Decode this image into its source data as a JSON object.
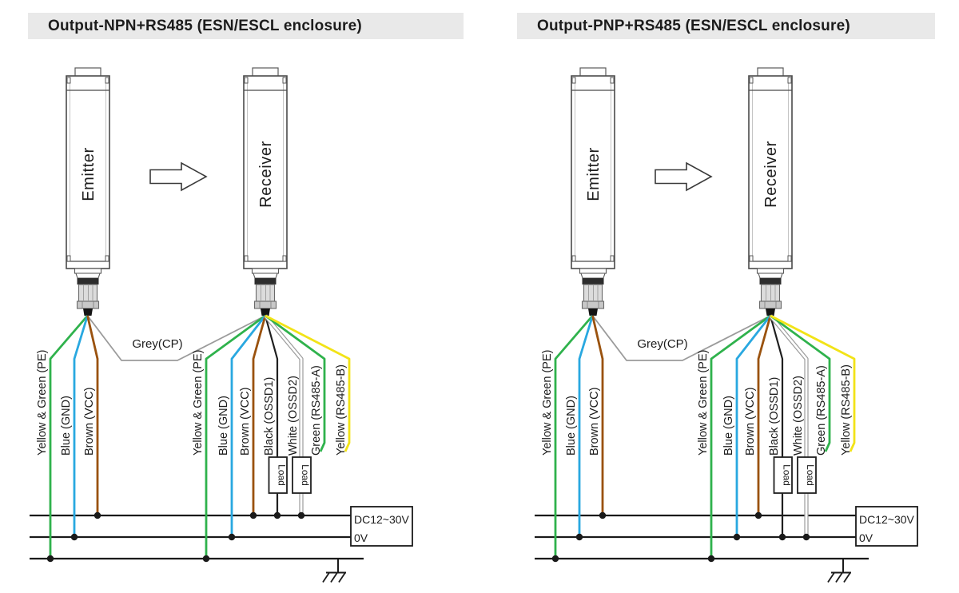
{
  "colors": {
    "header_bg": "#e9e9e9",
    "text": "#1c1c1c",
    "diagram_line": "#1a1a1a",
    "wire_green": "#2fb24c",
    "wire_blue": "#29a8e0",
    "wire_brown": "#9a520e",
    "wire_grey": "#9b9b9b",
    "wire_black": "#1f1f1f",
    "wire_white": "#ffffff",
    "wire_yellow": "#f2e317"
  },
  "diagrams": [
    {
      "title": "Output-NPN+RS485 (ESN/ESCL enclosure)",
      "emitter": {
        "label": "Emitter",
        "wires": [
          {
            "label": "Yellow & Green (PE)",
            "color": "green"
          },
          {
            "label": "Blue (GND)",
            "color": "blue"
          },
          {
            "label": "Brown (VCC)",
            "color": "brown"
          }
        ]
      },
      "receiver": {
        "label": "Receiver",
        "wires": [
          {
            "label": "Yellow & Green (PE)",
            "color": "green"
          },
          {
            "label": "Blue (GND)",
            "color": "blue"
          },
          {
            "label": "Brown (VCC)",
            "color": "brown"
          },
          {
            "label": "Black (OSSD1)",
            "color": "black"
          },
          {
            "label": "White (OSSD2)",
            "color": "white"
          },
          {
            "label": "Green (RS485-A)",
            "color": "green"
          },
          {
            "label": "Yellow (RS485-B)",
            "color": "yellow"
          }
        ]
      },
      "cp_wire_label": "Grey(CP)",
      "loads": [
        {
          "label": "Load"
        },
        {
          "label": "Load"
        }
      ],
      "load_connects_to": "positive",
      "power_supply": {
        "positive_label": "DC12~30V",
        "negative_label": "0V"
      }
    },
    {
      "title": "Output-PNP+RS485 (ESN/ESCL enclosure)",
      "emitter": {
        "label": "Emitter",
        "wires": [
          {
            "label": "Yellow & Green (PE)",
            "color": "green"
          },
          {
            "label": "Blue (GND)",
            "color": "blue"
          },
          {
            "label": "Brown (VCC)",
            "color": "brown"
          }
        ]
      },
      "receiver": {
        "label": "Receiver",
        "wires": [
          {
            "label": "Yellow & Green (PE)",
            "color": "green"
          },
          {
            "label": "Blue (GND)",
            "color": "blue"
          },
          {
            "label": "Brown (VCC)",
            "color": "brown"
          },
          {
            "label": "Black (OSSD1)",
            "color": "black"
          },
          {
            "label": "White (OSSD2)",
            "color": "white"
          },
          {
            "label": "Green (RS485-A)",
            "color": "green"
          },
          {
            "label": "Yellow (RS485-B)",
            "color": "yellow"
          }
        ]
      },
      "cp_wire_label": "Grey(CP)",
      "loads": [
        {
          "label": "Load"
        },
        {
          "label": "Load"
        }
      ],
      "load_connects_to": "zero_volt",
      "power_supply": {
        "positive_label": "DC12~30V",
        "negative_label": "0V"
      }
    }
  ]
}
